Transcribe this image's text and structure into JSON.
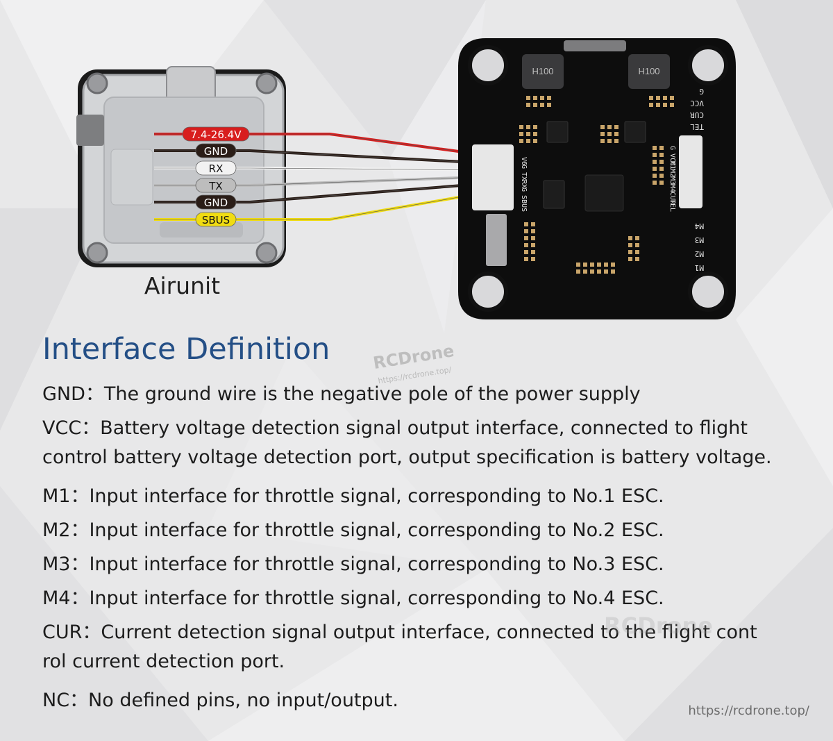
{
  "airunit": {
    "caption": "Airunit",
    "wire_labels": [
      "7.4-26.4V",
      "GND",
      "RX",
      "TX",
      "GND",
      "SBUS"
    ],
    "wire_colors": [
      "#d81e1e",
      "#2a1d17",
      "#f2f2f2",
      "#bdbdbd",
      "#2a1d17",
      "#f0dc12"
    ]
  },
  "board": {
    "inductor_labels": [
      "H100",
      "H100"
    ],
    "left_pads": [
      "V6",
      "G",
      "TX",
      "RX",
      "G",
      "SBUS"
    ],
    "right_connector_pins": [
      "G",
      "VCC",
      "M1",
      "M2",
      "M3",
      "M4",
      "CUR",
      "TEL"
    ],
    "top_right_pads": [
      "G",
      "VCC",
      "CUR",
      "TEL"
    ],
    "bottom_right_pads": [
      "M4",
      "M3",
      "M2",
      "M1"
    ]
  },
  "section": {
    "title": "Interface Definition",
    "lines": [
      "GND：The ground wire is the negative pole of the power supply",
      "VCC：Battery voltage detection signal output interface, connected to flight",
      "control battery voltage detection port, output specification is battery voltage.",
      "M1：Input interface for throttle signal, corresponding to No.1 ESC.",
      "M2：Input interface for throttle signal, corresponding to No.2 ESC.",
      "M3：Input interface for throttle signal, corresponding to No.3 ESC.",
      "M4：Input interface for throttle signal, corresponding to No.4 ESC.",
      "CUR：Current detection signal output interface, connected to the flight cont",
      "rol current detection port.",
      "NC：No defined pins, no input/output."
    ]
  },
  "watermarks": {
    "small_logo": "RCDrone",
    "small_url": "https://rcdrone.top/",
    "large_logo": "RCDrone"
  },
  "footer_url": "https://rcdrone.top/"
}
